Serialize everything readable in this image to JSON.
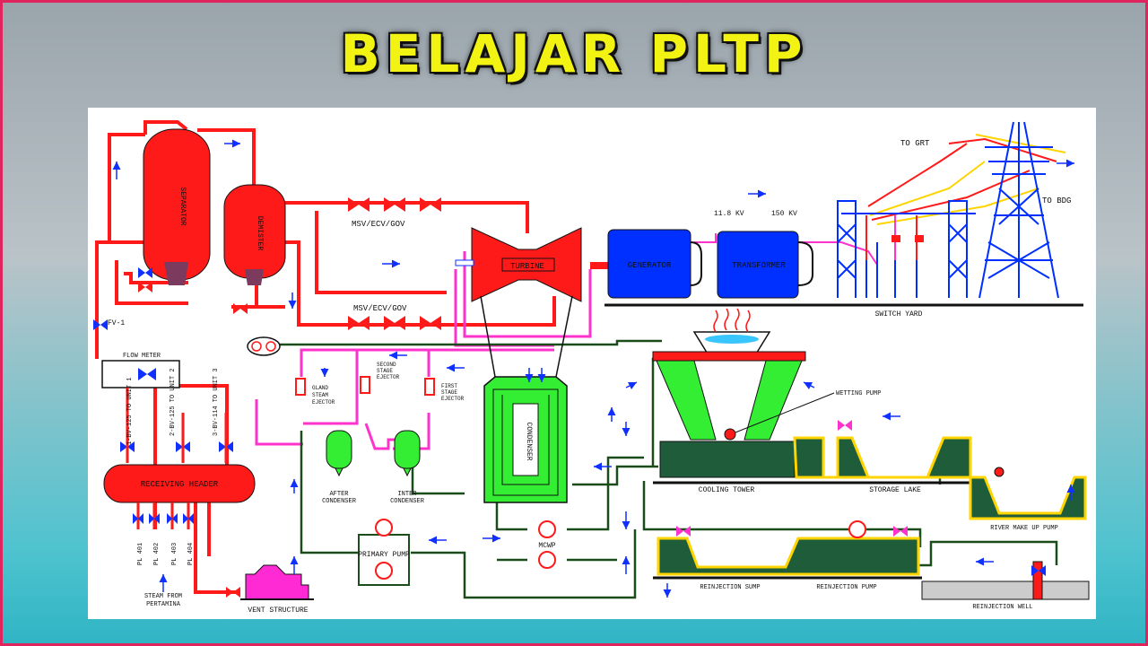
{
  "title": "BELAJAR PLTP",
  "labels": {
    "separator": "SEPARATOR",
    "demister": "DEMISTER",
    "msv_top": "MSV/ECV/GOV",
    "msv_bottom": "MSV/ECV/GOV",
    "turbine": "TURBINE",
    "generator": "GENERATOR",
    "transformer": "TRANSFORMER",
    "kv_11": "11.8 KV",
    "kv_150": "150 KV",
    "to_grt": "TO GRT",
    "to_bdg": "TO BDG",
    "switch_yard": "SWITCH YARD",
    "fv1": "FV-1",
    "flow_meter": "FLOW METER",
    "unit1": "1-BV-125  TO UNIT 1",
    "unit2": "2-BV-125  TO UNIT 2",
    "unit3": "3-BV-114  TO UNIT 3",
    "receiving_header": "RECEIVING HEADER",
    "pl401": "PL 401",
    "pl402": "PL 402",
    "pl403": "PL 403",
    "pl404": "PL 404",
    "steam_from": "STEAM FROM",
    "pertamina": "PERTAMINA",
    "vent_structure": "VENT STRUCTURE",
    "gland_1": "GLAND",
    "gland_2": "STEAM",
    "gland_3": "EJECTOR",
    "second_1": "SECOND",
    "second_2": "STAGE",
    "second_3": "EJECTOR",
    "first_1": "FIRST",
    "first_2": "STAGE",
    "first_3": "EJECTOR",
    "after_1": "AFTER",
    "after_2": "CONDENSER",
    "inter_1": "INTER",
    "inter_2": "CONDENSER",
    "condenser": "CONDENSER",
    "primary_pump": "PRIMARY PUMP",
    "mcwp": "MCWP",
    "wetting_pump": "WETTING PUMP",
    "cooling_tower": "COOLING TOWER",
    "storage_lake": "STORAGE LAKE",
    "river_make_up": "RIVER MAKE UP PUMP",
    "reinjection_sump": "REINJECTION SUMP",
    "reinjection_pump": "REINJECTION PUMP",
    "reinjection_well": "REINJECTION WELL"
  },
  "colors": {
    "steam": "#ff1a1a",
    "condensate": "#ff33cc",
    "water": "#1a4d1a",
    "electric": "#0000ff",
    "title": "#f3f313",
    "frame": "#e0245e"
  }
}
